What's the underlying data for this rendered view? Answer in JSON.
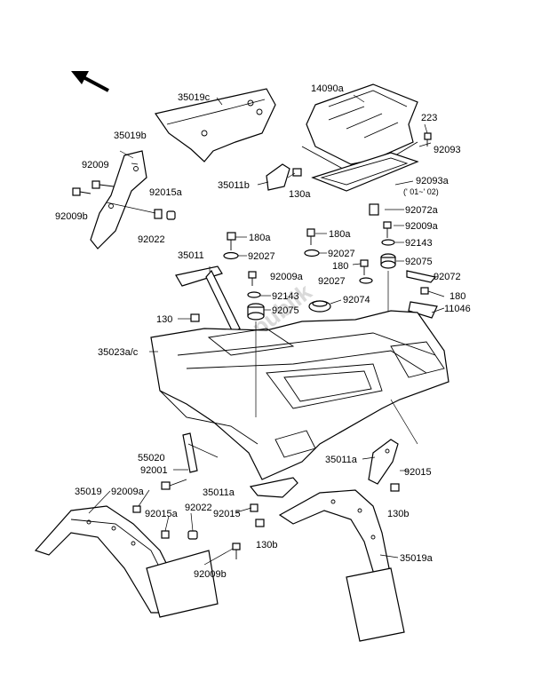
{
  "watermark": "PartsRepublik",
  "labels": {
    "l35019c": "35019c",
    "l14090a": "14090a",
    "l223": "223",
    "l92093": "92093",
    "l35019b": "35019b",
    "l92009": "92009",
    "l92015a_top": "92015a",
    "l92009b_top": "92009b",
    "l92022_top": "92022",
    "l35011b": "35011b",
    "l130a": "130a",
    "l92093a": "92093a",
    "l92093a_note": "(' 01~' 02)",
    "l92072a": "92072a",
    "l92009a_r": "92009a",
    "l92143_r": "92143",
    "l92075_r": "92075",
    "l180a_1": "180a",
    "l180a_2": "180a",
    "l35011": "35011",
    "l92027_1": "92027",
    "l92027_2": "92027",
    "l180_mid": "180",
    "l92072": "92072",
    "l92009a_m": "92009a",
    "l92027_3": "92027",
    "l180_r": "180",
    "l92143_m": "92143",
    "l92074": "92074",
    "l11046": "11046",
    "l130": "130",
    "l92075_m": "92075",
    "l35023ac": "35023a/c",
    "l55020": "55020",
    "l92001": "92001",
    "l35011a_top": "35011a",
    "l92015": "92015",
    "l35011a_bot": "35011a",
    "l130b_r": "130b",
    "l35019": "35019",
    "l92009a_b": "92009a",
    "l92015a_b": "92015a",
    "l92022_b": "92022",
    "l92015_b": "92015",
    "l130b_b": "130b",
    "l92009b_b": "92009b",
    "l35019a": "35019a"
  }
}
